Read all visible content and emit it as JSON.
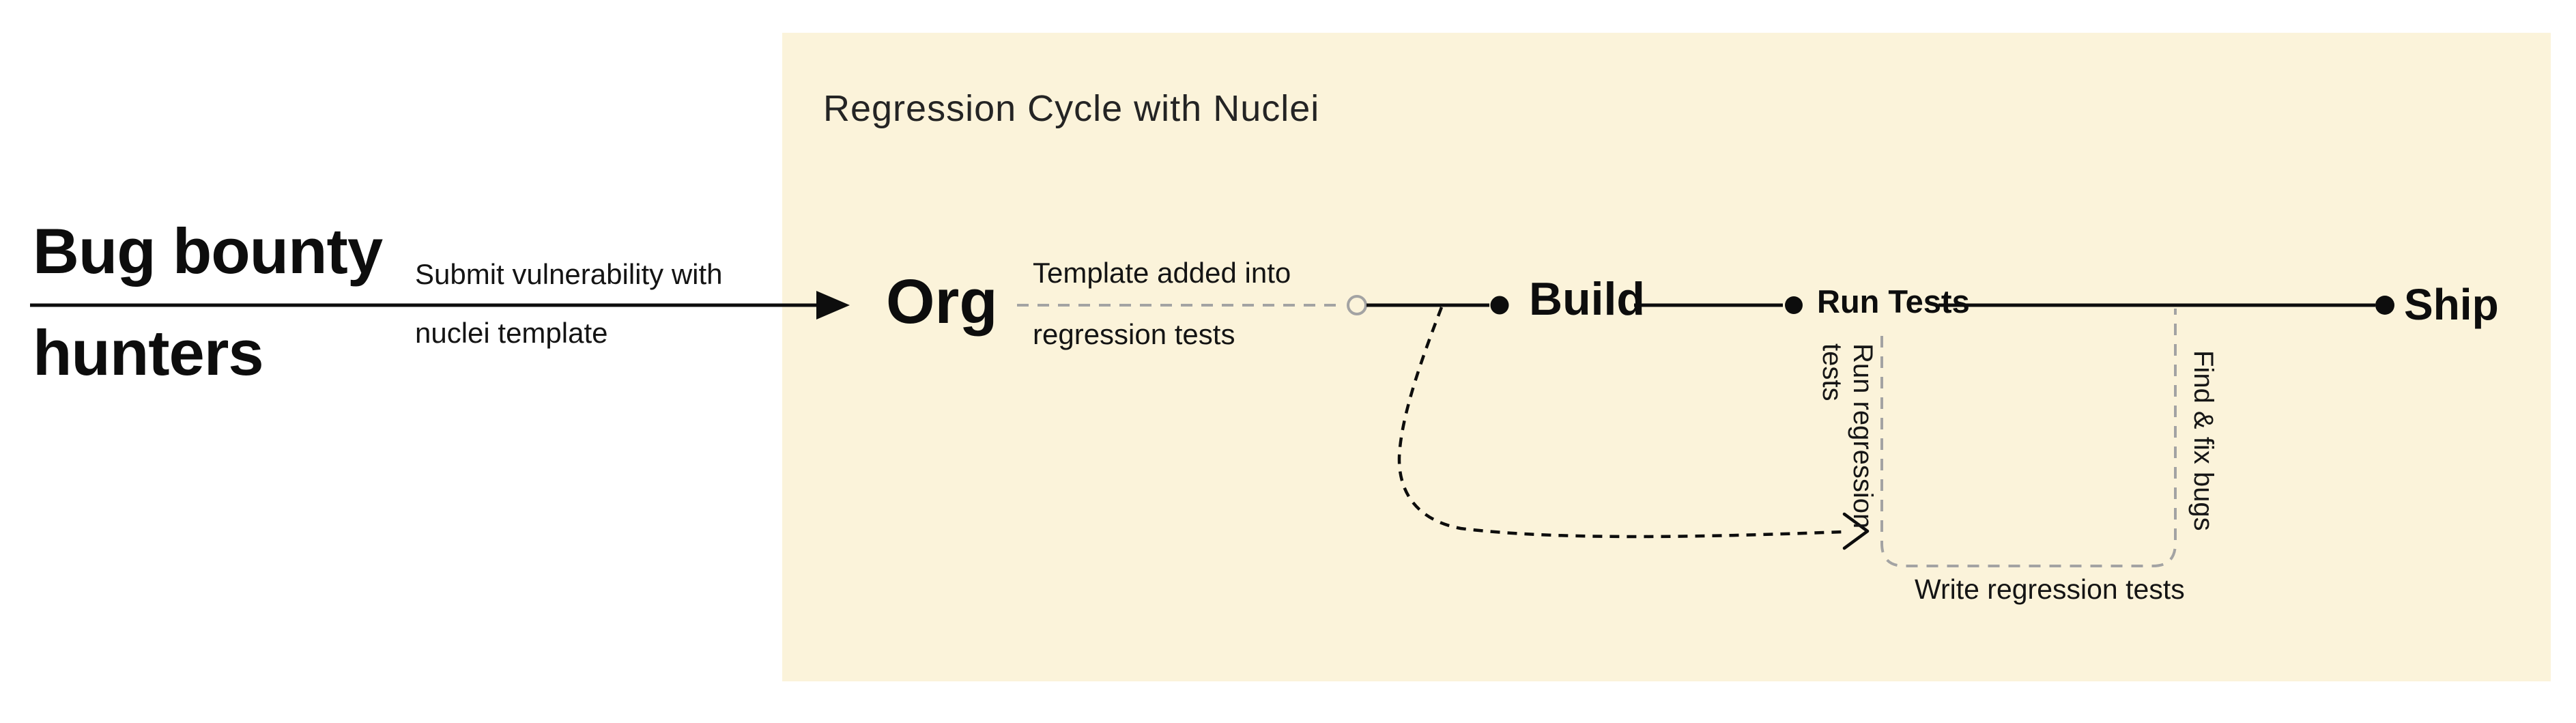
{
  "colors": {
    "page_bg": "#ffffff",
    "panel_bg": "#FBF3DA",
    "ink": "#0d0d0d",
    "muted_line": "#a3a3a3"
  },
  "left_flow": {
    "actor": {
      "line1": "Bug bounty",
      "line2": "hunters"
    },
    "arrow_label": {
      "line1": "Submit vulnerability with",
      "line2": "nuclei template"
    }
  },
  "panel": {
    "title": "Regression Cycle with Nuclei",
    "nodes": {
      "org": "Org",
      "build": "Build",
      "run_tests": "Run Tests",
      "ship": "Ship"
    },
    "edge_org_build_label": {
      "line1": "Template added into",
      "line2": "regression tests"
    },
    "loop": {
      "run_regression_label": {
        "line1": "Run regression",
        "line2": "tests"
      },
      "find_fix_label": "Find & fix bugs",
      "write_tests_label": "Write regression tests"
    }
  }
}
